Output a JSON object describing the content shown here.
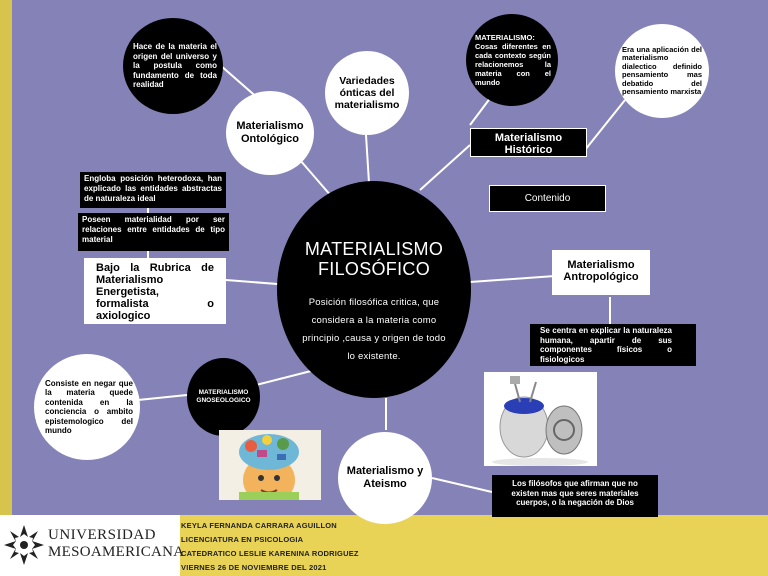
{
  "center": {
    "title": "MATERIALISMO FILOSÓFICO",
    "lines": [
      "Posición filosófica critica, que",
      "considera a la  materia como",
      "principio ,causa y origen de todo",
      "lo existente."
    ]
  },
  "ontologico": {
    "label": "Materialismo Ontológico",
    "desc": "Hace de la materia el origen del universo y la postula como fundamento de toda realidad"
  },
  "variedades": {
    "label": "Variedades ónticas del materialismo"
  },
  "cosas": {
    "text": "MATERIALISMO: Cosas diferentes en cada contexto según relacionemos la materia con el mundo"
  },
  "historico": {
    "label": "Materialismo Histórico",
    "desc": "Era una aplicación del materialismo dialectico definido pensamiento mas debatido del pensamiento marxista"
  },
  "contenido": {
    "label": "Contenido"
  },
  "left_boxes": {
    "box1": "Engloba posición heterodoxa, han explicado las entidades abstractas de naturaleza ideal",
    "box2": "Poseen materialidad por ser relaciones entre entidades de tipo material",
    "box3": "Bajo la Rubrica de Materialismo Energetista, formalista o axiologico"
  },
  "antropologico": {
    "label": "Materialismo Antropológico",
    "desc": "Se centra en explicar la naturaleza humana, apartir de sus componentes físicos o fisiologicos"
  },
  "gnoseologico": {
    "label": "MATERIALISMO GNOSEOLOGICO",
    "desc": "Consiste en negar que la materia quede contenida en la conciencia o ambito epistemologico del mundo"
  },
  "ateismo": {
    "label": "Materialismo y Ateismo",
    "desc": "Los filósofos que afirman que no existen mas que seres materiales cuerpos, o la negación de Dios"
  },
  "footer": {
    "university_line1": "UNIVERSIDAD",
    "university_line2": "MESOAMERICANA",
    "author": "KEYLA FERNANDA CARRARA AGUILLON",
    "degree": "LICENCIATURA EN PSICOLOGIA",
    "teacher": "CATEDRATICO LESLIE KARENINA RODRIGUEZ",
    "date": "VIERNES 26 DE NOVIEMBRE DEL 2021"
  }
}
